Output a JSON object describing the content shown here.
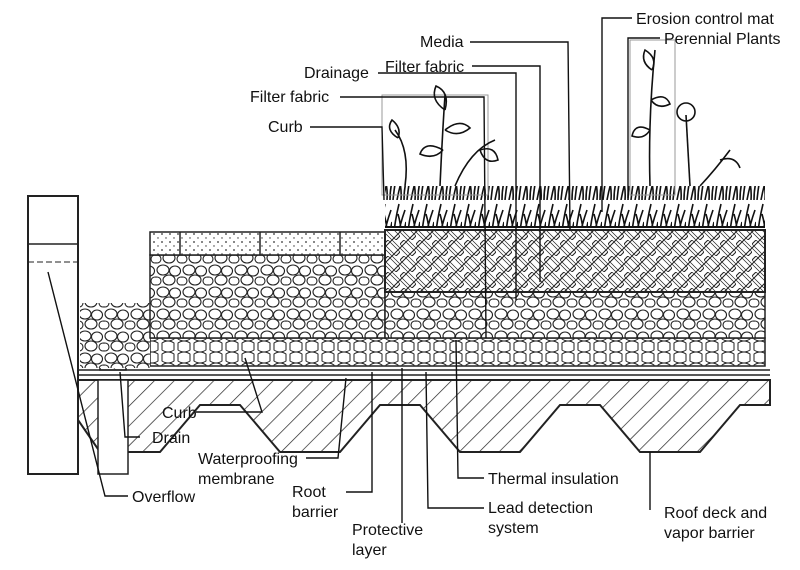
{
  "diagram": {
    "labels": {
      "erosion_control_mat": "Erosion control mat",
      "media": "Media",
      "perennial_plants": "Perennial Plants",
      "filter_fabric_upper": "Filter fabric",
      "drainage": "Drainage",
      "filter_fabric_lower": "Filter fabric",
      "curb_top": "Curb",
      "curb_bottom": "Curb",
      "drain": "Drain",
      "overflow": "Overflow",
      "waterproofing_membrane_1": "Waterproofing",
      "waterproofing_membrane_2": "membrane",
      "root_barrier_1": "Root",
      "root_barrier_2": "barrier",
      "protective_layer_1": "Protective",
      "protective_layer_2": "layer",
      "thermal_insulation": "Thermal insulation",
      "leak_detection_1": "Lead detection",
      "leak_detection_2": "system",
      "roof_deck_1": "Roof deck and",
      "roof_deck_2": "vapor barrier"
    }
  }
}
